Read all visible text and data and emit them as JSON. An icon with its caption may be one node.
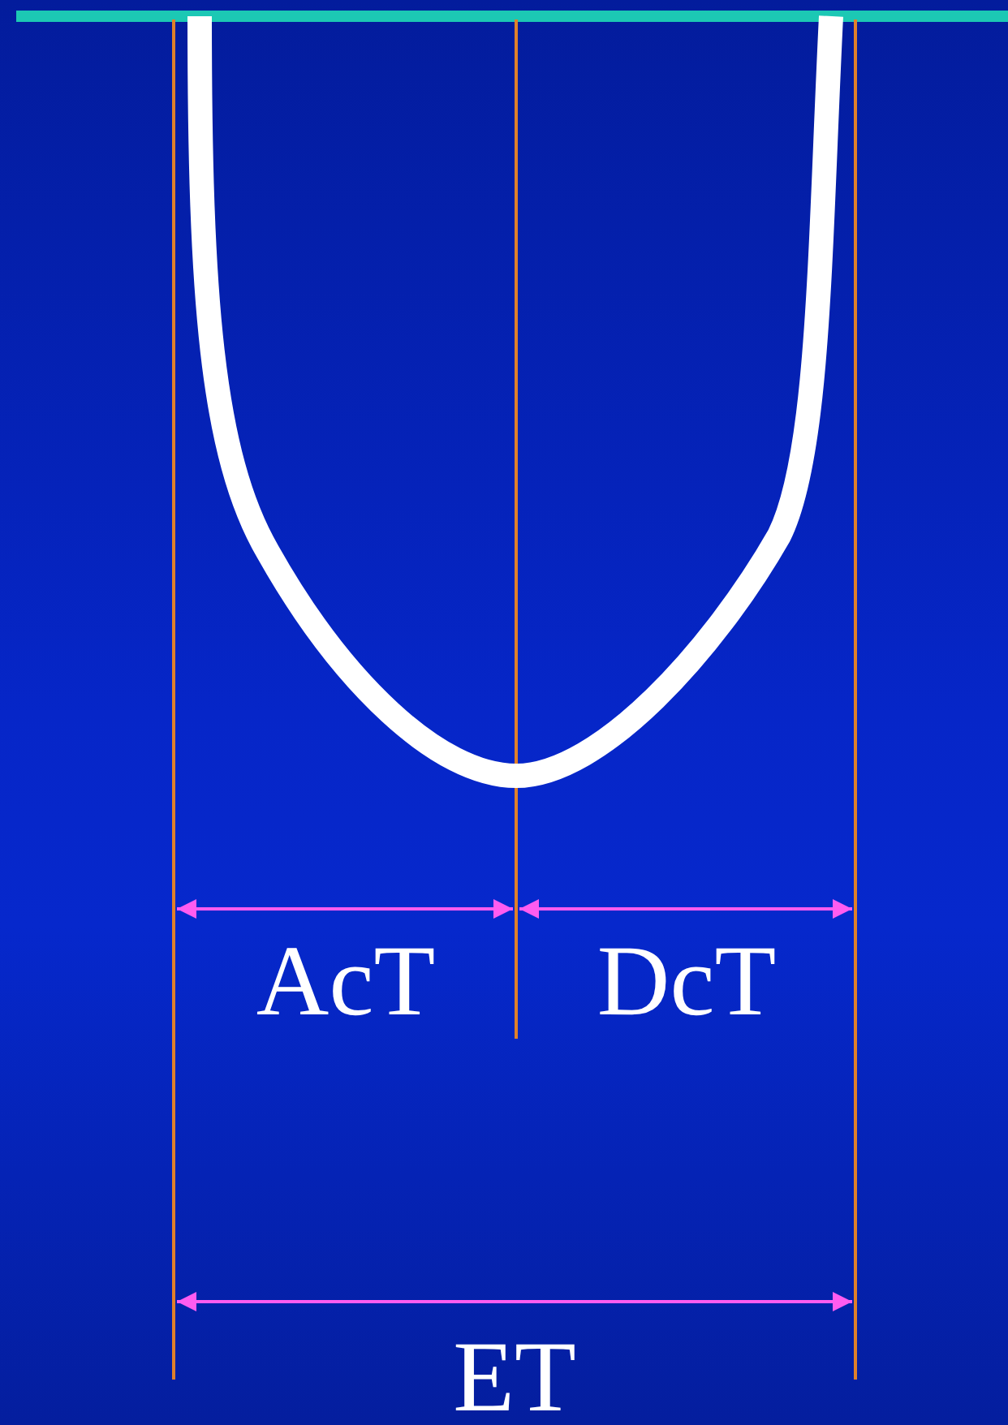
{
  "diagram": {
    "labels": [
      "AcT",
      "DcT",
      "ET"
    ]
  }
}
